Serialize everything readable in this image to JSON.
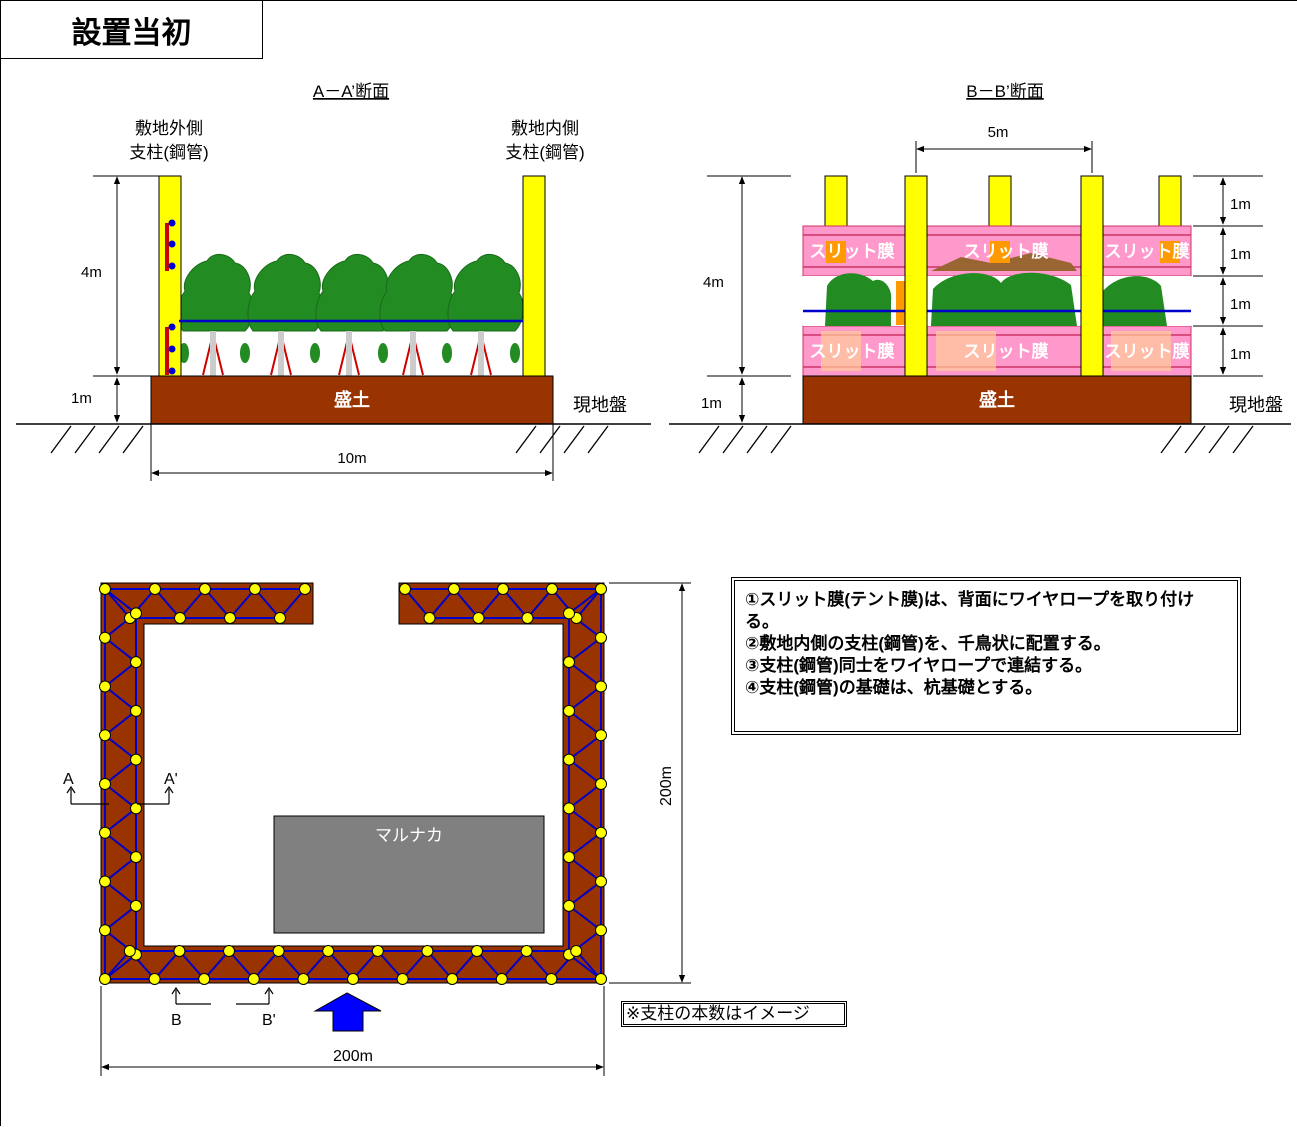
{
  "title": "設置当初",
  "section_aa": {
    "heading": "A－A’断面",
    "outer_post_label_1": "敷地外側",
    "outer_post_label_2": "支柱(鋼管)",
    "inner_post_label_1": "敷地内側",
    "inner_post_label_2": "支柱(鋼管)",
    "dim_height": "4m",
    "dim_mound": "1m",
    "dim_width": "10m",
    "mound_label": "盛土",
    "ground_label": "現地盤"
  },
  "section_bb": {
    "heading": "B－B’断面",
    "dim_spacing": "5m",
    "dim_height": "4m",
    "dim_mound": "1m",
    "dim_rows": [
      "1m",
      "1m",
      "1m",
      "1m"
    ],
    "membrane_label": "スリット膜",
    "mound_label": "盛土",
    "ground_label": "現地盤"
  },
  "plan": {
    "building_label": "マルナカ",
    "dim_width": "200m",
    "dim_height": "200m",
    "marker_a": "A",
    "marker_a_prime": "A'",
    "marker_b": "B",
    "marker_b_prime": "B'"
  },
  "notes": [
    "①スリット膜(テント膜)は、背面にワイヤロープを取り付ける。",
    "②敷地内側の支柱(鋼管)を、千鳥状に配置する。",
    "③支柱(鋼管)同士をワイヤロープで連結する。",
    "④支柱(鋼管)の基礎は、杭基礎とする。"
  ],
  "footnote": "※支柱の本数はイメージ",
  "colors": {
    "mound": "#993300",
    "post": "#ffff00",
    "tree": "#228b22",
    "wire": "#0000cc",
    "membrane": "#ff99cc",
    "building": "#808080",
    "arrow": "#0000ff"
  }
}
